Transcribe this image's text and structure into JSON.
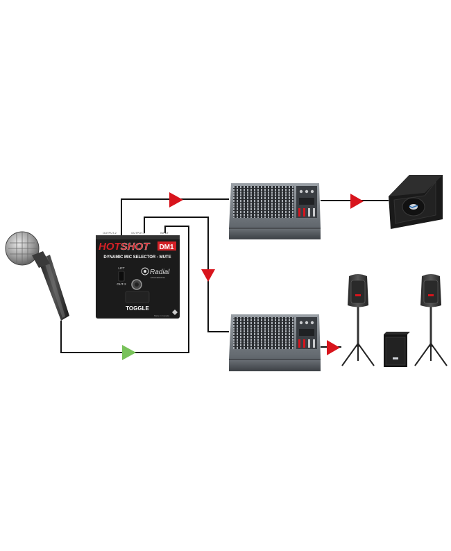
{
  "device": {
    "brand_hot": "HOT",
    "brand_shot": "SHOT",
    "model": "DM1",
    "subtitle": "DYNAMIC MIC SELECTOR - MUTE",
    "maker": "Radial",
    "maker_sub": "ENGINEERING",
    "jack_labels": [
      "OUTPUT-2",
      "OUTPUT-1",
      "INPUT"
    ],
    "switch_top": "LIFT",
    "switch_bottom": "OUT-2",
    "footswitch": "TOGGLE",
    "made_in": "Made in Canada"
  },
  "colors": {
    "signal_arrow": "#d8141c",
    "source_arrow": "#78c25a",
    "cable": "#111111",
    "device_body": "#1b1b1b",
    "device_red": "#d42026"
  },
  "icons": [
    "microphone-icon",
    "stage-monitor-icon",
    "pa-speaker-icon",
    "subwoofer-icon",
    "mixer-icon"
  ]
}
